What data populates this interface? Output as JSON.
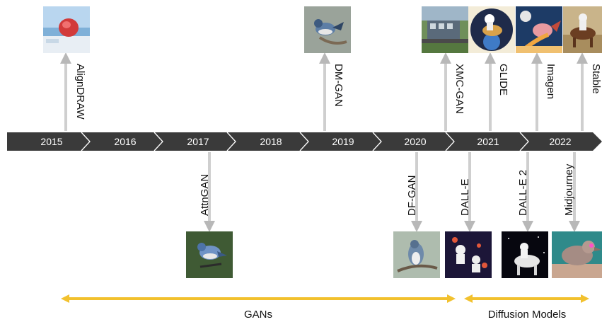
{
  "timeline": {
    "years": [
      "2015",
      "2016",
      "2017",
      "2018",
      "2019",
      "2020",
      "2021",
      "2022"
    ]
  },
  "models": {
    "aligndraw": "AlignDRAW",
    "dmgan": "DM-GAN",
    "xmcgan": "XMC-GAN",
    "glide": "GLIDE",
    "imagen": "Imagen",
    "stable": "Stable",
    "attngan": "AttnGAN",
    "dfgan": "DF-GAN",
    "dalle": "DALL-E",
    "dalle2": "DALL-E 2",
    "midjourney": "Midjourney"
  },
  "ranges": {
    "gans": "GANs",
    "diffusion": "Diffusion Models"
  },
  "colors": {
    "timeline_bar": "#3a3a3a",
    "arrow_fill": "#cccccc",
    "range_arrow": "#f2c12e"
  }
}
